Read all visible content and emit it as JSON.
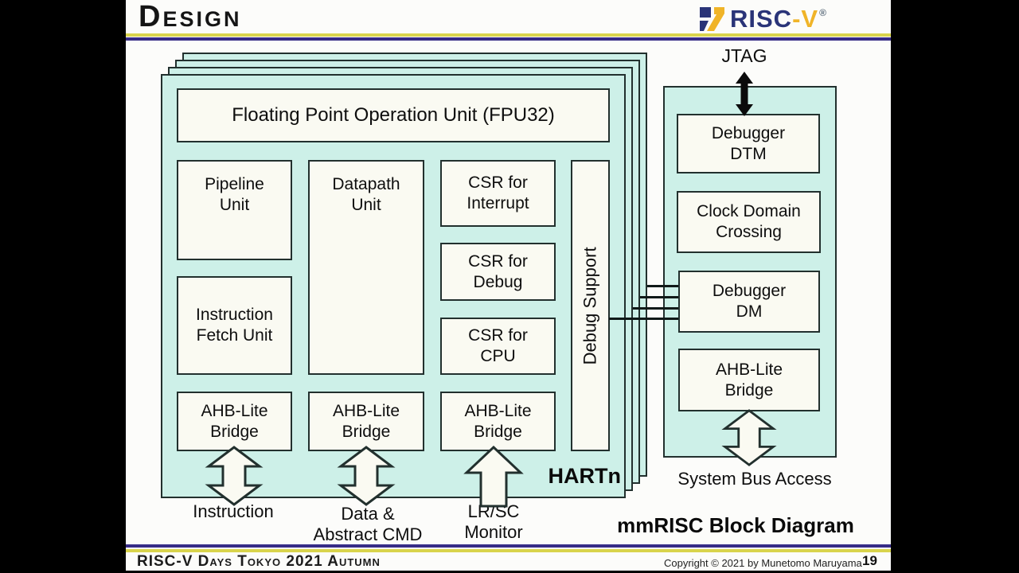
{
  "header": {
    "title": "Design",
    "logo": {
      "risc": "RISC",
      "v": "-V",
      "registered": "®"
    }
  },
  "hart": {
    "label": "HARTn",
    "fpu": "Floating Point Operation Unit (FPU32)",
    "pipeline_unit": "Pipeline\nUnit",
    "datapath_unit": "Datapath\nUnit",
    "instruction_fetch_unit": "Instruction\nFetch Unit",
    "csr_interrupt": "CSR for\nInterrupt",
    "csr_debug": "CSR for\nDebug",
    "csr_cpu": "CSR for\nCPU",
    "debug_support": "Debug Support",
    "ahb_bridge_1": "AHB-Lite\nBridge",
    "ahb_bridge_2": "AHB-Lite\nBridge",
    "ahb_bridge_3": "AHB-Lite\nBridge",
    "port_instruction": "Instruction",
    "port_data_abstract_cmd": "Data &\nAbstract CMD",
    "port_lrsc_monitor": "LR/SC\nMonitor"
  },
  "debug_block": {
    "jtag": "JTAG",
    "debugger_dtm": "Debugger\nDTM",
    "clock_domain_crossing": "Clock Domain\nCrossing",
    "debugger_dm": "Debugger\nDM",
    "ahb_bridge": "AHB-Lite\nBridge",
    "system_bus_access": "System Bus Access"
  },
  "caption": "mmRISC Block Diagram",
  "footer": {
    "event": "RISC-V Days Tokyo 2021 Autumn",
    "copyright": "Copyright © 2021 by Munetomo Maruyama",
    "page": "19"
  },
  "colors": {
    "slide_fill": "#fcfcfa",
    "card_fill": "#cdf0e8",
    "box_fill": "#fafaf2",
    "line": "#22302e",
    "rule_yellow": "#d9d44c",
    "rule_purple": "#372c87",
    "brand_blue": "#2a3478",
    "brand_gold": "#f0b428"
  }
}
